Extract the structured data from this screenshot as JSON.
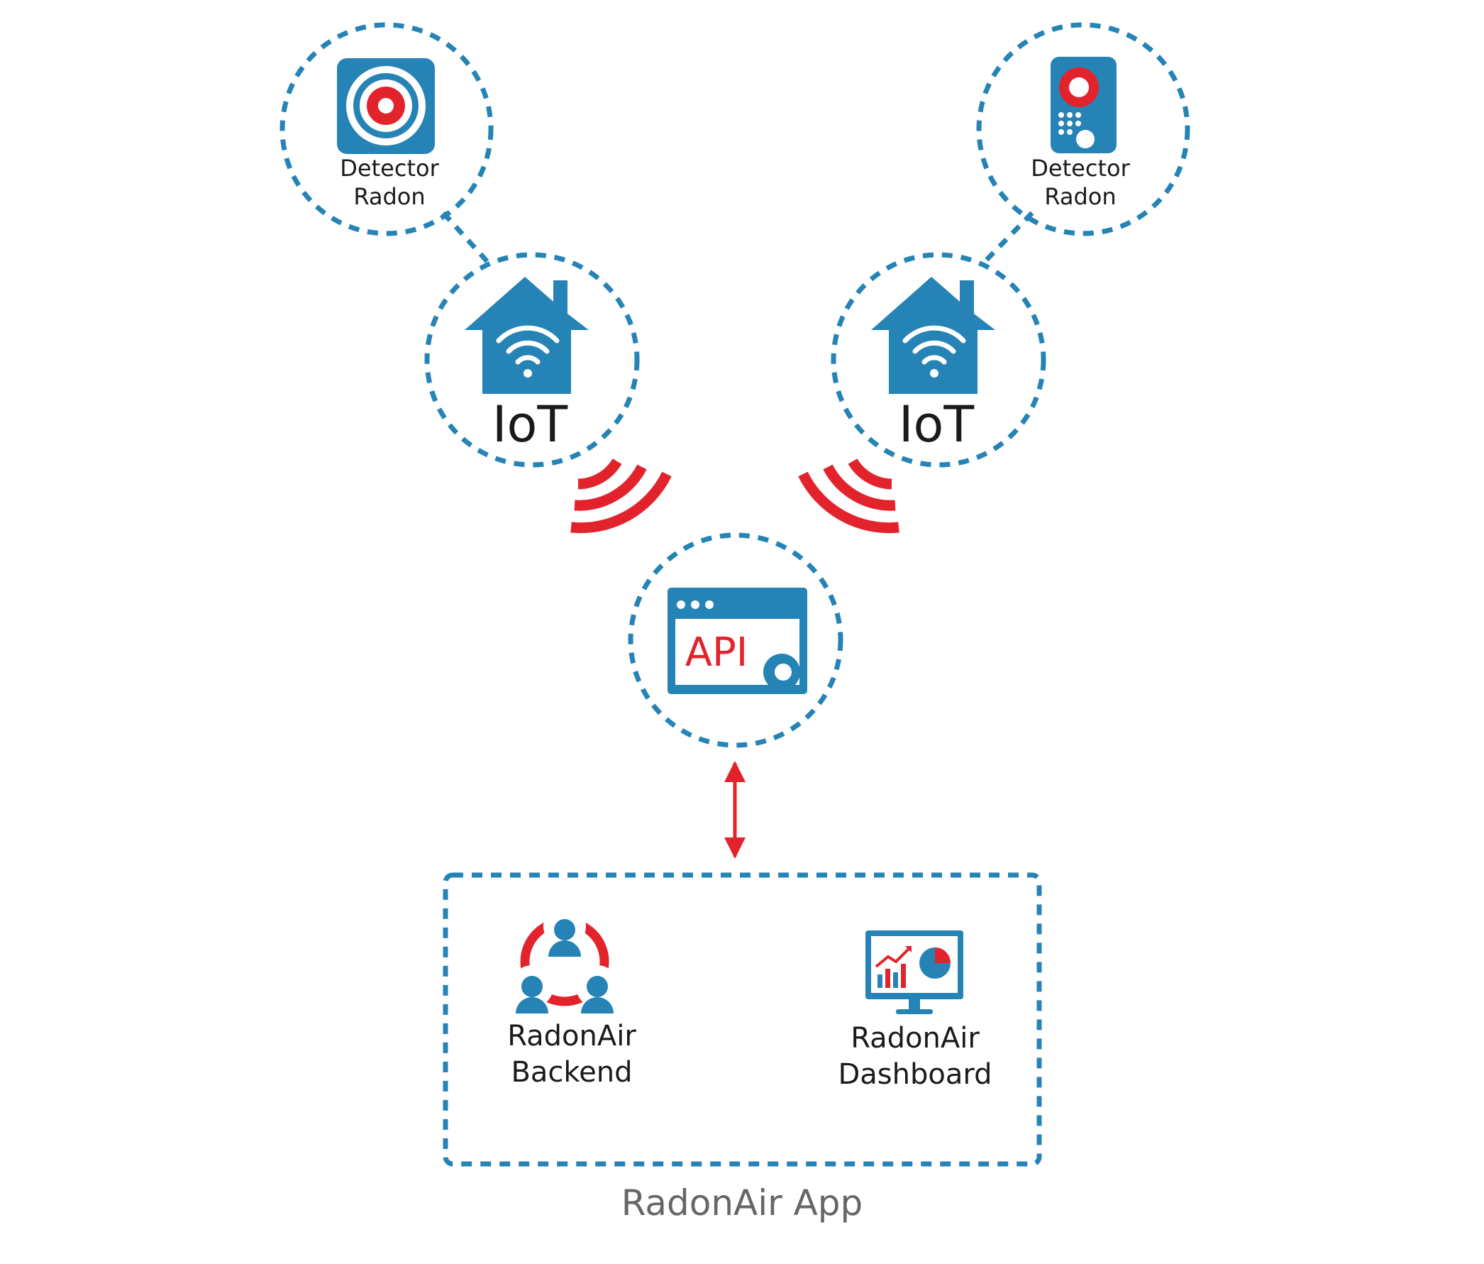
{
  "colors": {
    "blue": "#2683b6",
    "red": "#e3232c",
    "text": "#1a1a1a",
    "caption": "#666666"
  },
  "detector_left": {
    "icon": "radon-detector-icon",
    "line1": "Detector",
    "line2": "Radon"
  },
  "detector_right": {
    "icon": "handheld-radon-detector-icon",
    "line1": "Detector",
    "line2": "Radon"
  },
  "iot_left": {
    "icon": "smart-home-wifi-icon",
    "label": "IoT"
  },
  "iot_right": {
    "icon": "smart-home-wifi-icon",
    "label": "IoT"
  },
  "api": {
    "icon": "api-window-gear-icon",
    "label": "API"
  },
  "signal_icons": [
    "wireless-signal-icon",
    "wireless-signal-icon"
  ],
  "link_arrow": "double-arrow-icon",
  "app": {
    "caption": "RadonAir App",
    "backend": {
      "icon": "network-people-icon",
      "line1": "RadonAir",
      "line2": "Backend"
    },
    "dashboard": {
      "icon": "monitor-charts-icon",
      "line1": "RadonAir",
      "line2": "Dashboard"
    }
  }
}
